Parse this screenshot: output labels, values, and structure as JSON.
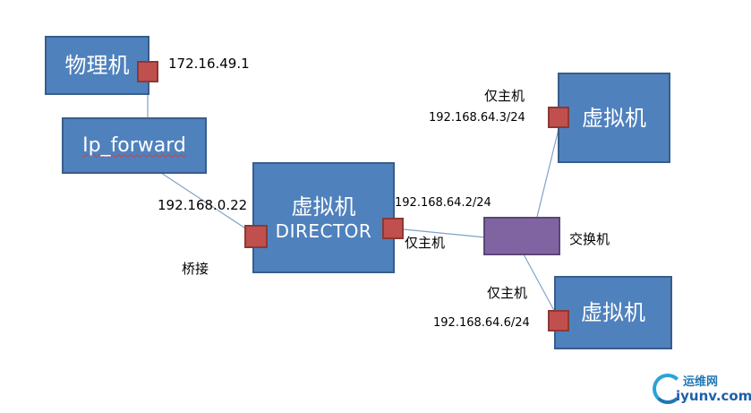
{
  "nodes": {
    "physical": {
      "label": "物理机"
    },
    "ip_forward": {
      "label": "Ip_forward"
    },
    "director": {
      "label": "虚拟机",
      "sublabel": "DIRECTOR"
    },
    "vm_top": {
      "label": "虚拟机"
    },
    "vm_bottom": {
      "label": "虚拟机"
    },
    "switch": {
      "label": "交换机"
    }
  },
  "labels": {
    "physical_ip": "172.16.49.1",
    "director_bridge_ip": "192.168.0.22",
    "bridge": "桥接",
    "director_hostonly_ip": "192.168.64.2/24",
    "director_hostonly": "仅主机",
    "vm_top_hostonly": "仅主机",
    "vm_top_ip": "192.168.64.3/24",
    "vm_bottom_hostonly": "仅主机",
    "vm_bottom_ip": "192.168.64.6/24"
  },
  "watermark": {
    "top_text": "运维网",
    "bottom_text": "iyunv.com"
  },
  "colors": {
    "box_fill": "#4f81bd",
    "box_border": "#385d8a",
    "port_fill": "#c0504d",
    "switch_fill": "#8064a2",
    "link": "#7fa2c8"
  }
}
